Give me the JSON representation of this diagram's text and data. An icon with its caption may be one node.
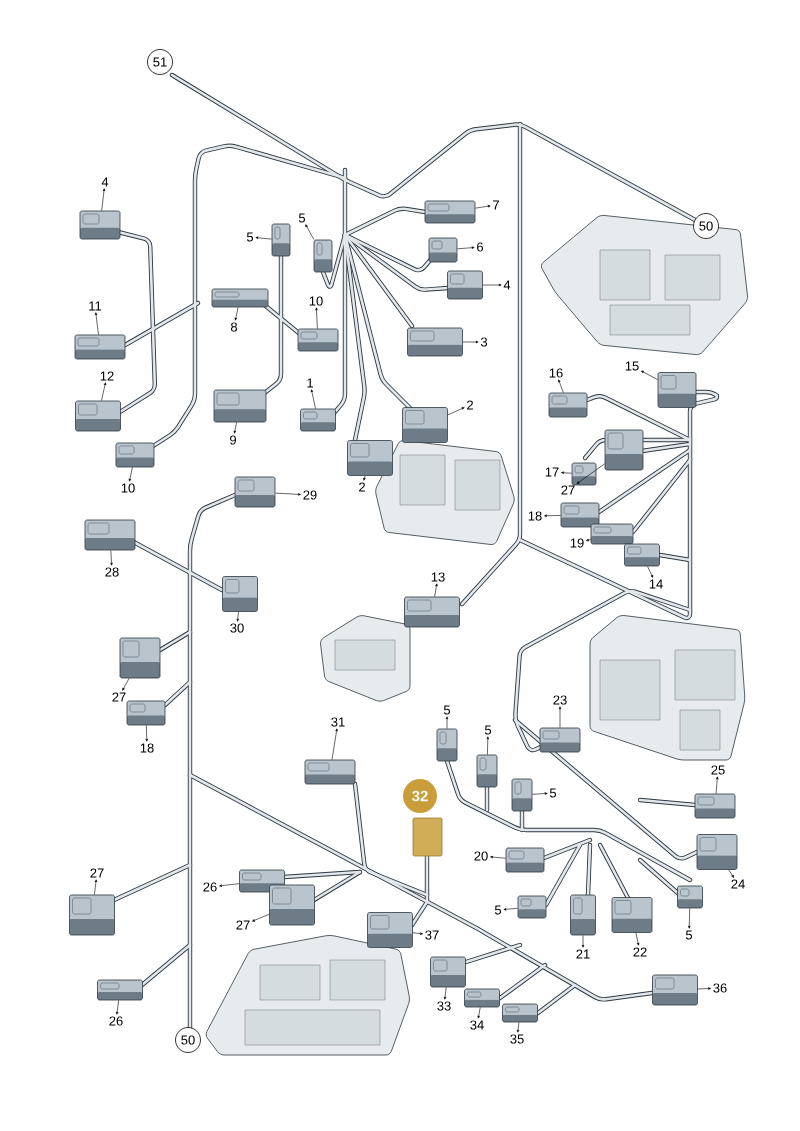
{
  "diagram": {
    "nodes": [
      {
        "text": [
          "51"
        ]
      },
      {
        "text": [
          "50"
        ]
      },
      {
        "text": [
          "50"
        ]
      },
      {
        "text": [
          "32"
        ]
      },
      {
        "text": [
          "4"
        ]
      },
      {
        "text": [],
        "shape": "picture"
      },
      {
        "text": [
          "5"
        ]
      },
      {
        "text": [],
        "shape": "picture"
      },
      {
        "text": [
          "5"
        ]
      },
      {
        "text": [],
        "shape": "picture"
      },
      {
        "text": [
          "7"
        ]
      },
      {
        "text": [],
        "shape": "picture"
      },
      {
        "text": [
          "6"
        ]
      },
      {
        "text": [],
        "shape": "picture"
      },
      {
        "text": [
          "4"
        ]
      },
      {
        "text": [],
        "shape": "picture"
      },
      {
        "text": [
          "11"
        ]
      },
      {
        "text": [],
        "shape": "picture"
      },
      {
        "text": [
          "8"
        ]
      },
      {
        "text": [],
        "shape": "picture"
      },
      {
        "text": [
          "10"
        ]
      },
      {
        "text": [],
        "shape": "picture"
      },
      {
        "text": [
          "3"
        ]
      },
      {
        "text": [],
        "shape": "picture"
      },
      {
        "text": [
          "12"
        ]
      },
      {
        "text": [],
        "shape": "picture"
      },
      {
        "text": [
          "1"
        ]
      },
      {
        "text": [],
        "shape": "picture"
      },
      {
        "text": [
          "9"
        ]
      },
      {
        "text": [],
        "shape": "picture"
      },
      {
        "text": [
          "2"
        ]
      },
      {
        "text": [],
        "shape": "picture"
      },
      {
        "text": [
          "2"
        ]
      },
      {
        "text": [],
        "shape": "picture"
      },
      {
        "text": [
          "10"
        ]
      },
      {
        "text": [],
        "shape": "picture"
      },
      {
        "text": [
          "29"
        ]
      },
      {
        "text": [],
        "shape": "picture"
      },
      {
        "text": [
          "28"
        ]
      },
      {
        "text": [],
        "shape": "picture"
      },
      {
        "text": [
          "16"
        ]
      },
      {
        "text": [],
        "shape": "picture"
      },
      {
        "text": [
          "15"
        ]
      },
      {
        "text": [],
        "shape": "picture"
      },
      {
        "text": [
          "17"
        ]
      },
      {
        "text": [],
        "shape": "picture"
      },
      {
        "text": [
          "27"
        ]
      },
      {
        "text": [],
        "shape": "picture"
      },
      {
        "text": [
          "18"
        ]
      },
      {
        "text": [],
        "shape": "picture"
      },
      {
        "text": [
          "19"
        ]
      },
      {
        "text": [],
        "shape": "picture"
      },
      {
        "text": [
          "14"
        ]
      },
      {
        "text": [],
        "shape": "picture"
      },
      {
        "text": [
          "13"
        ]
      },
      {
        "text": [],
        "shape": "picture"
      },
      {
        "text": [
          "30"
        ]
      },
      {
        "text": [],
        "shape": "picture"
      },
      {
        "text": [
          "27"
        ]
      },
      {
        "text": [],
        "shape": "picture"
      },
      {
        "text": [
          "18"
        ]
      },
      {
        "text": [],
        "shape": "picture"
      },
      {
        "text": [
          "23"
        ]
      },
      {
        "text": [],
        "shape": "picture"
      },
      {
        "text": [
          "31"
        ]
      },
      {
        "text": [],
        "shape": "picture"
      },
      {
        "text": [
          "5"
        ]
      },
      {
        "text": [],
        "shape": "picture"
      },
      {
        "text": [
          "5"
        ]
      },
      {
        "text": [],
        "shape": "picture"
      },
      {
        "text": [
          "5"
        ]
      },
      {
        "text": [],
        "shape": "picture"
      },
      {
        "text": [
          "25"
        ]
      },
      {
        "text": [],
        "shape": "picture"
      },
      {
        "text": [
          "20"
        ]
      },
      {
        "text": [],
        "shape": "picture"
      },
      {
        "text": [
          "24"
        ]
      },
      {
        "text": [],
        "shape": "picture"
      },
      {
        "text": [
          "27"
        ]
      },
      {
        "text": [],
        "shape": "picture"
      },
      {
        "text": [
          "26"
        ]
      },
      {
        "text": [],
        "shape": "picture"
      },
      {
        "text": [
          "27"
        ]
      },
      {
        "text": [],
        "shape": "picture"
      },
      {
        "text": [
          "37"
        ]
      },
      {
        "text": [],
        "shape": "picture"
      },
      {
        "text": [
          "5"
        ]
      },
      {
        "text": [],
        "shape": "picture"
      },
      {
        "text": [
          "21"
        ]
      },
      {
        "text": [],
        "shape": "picture"
      },
      {
        "text": [
          "22"
        ]
      },
      {
        "text": [],
        "shape": "picture"
      },
      {
        "text": [
          "5"
        ]
      },
      {
        "text": [],
        "shape": "picture"
      },
      {
        "text": [
          "36"
        ]
      },
      {
        "text": [],
        "shape": "picture"
      },
      {
        "text": [
          "33"
        ]
      },
      {
        "text": [],
        "shape": "picture"
      },
      {
        "text": [
          "26"
        ]
      },
      {
        "text": [],
        "shape": "picture"
      },
      {
        "text": [
          "34"
        ]
      },
      {
        "text": [],
        "shape": "picture"
      },
      {
        "text": [
          "35"
        ]
      },
      {
        "text": [],
        "shape": "picture"
      }
    ],
    "edges": [
      {
        "from": 5,
        "to": 4,
        "arrow": "to"
      },
      {
        "from": 7,
        "to": 6,
        "arrow": "to"
      },
      {
        "from": 9,
        "to": 8,
        "arrow": "to"
      },
      {
        "from": 11,
        "to": 10,
        "arrow": "to"
      },
      {
        "from": 13,
        "to": 12,
        "arrow": "to"
      },
      {
        "from": 15,
        "to": 14,
        "arrow": "to"
      },
      {
        "from": 17,
        "to": 16,
        "arrow": "to"
      },
      {
        "from": 19,
        "to": 18,
        "arrow": "to"
      },
      {
        "from": 21,
        "to": 20,
        "arrow": "to"
      },
      {
        "from": 23,
        "to": 22,
        "arrow": "to"
      },
      {
        "from": 25,
        "to": 24,
        "arrow": "to"
      },
      {
        "from": 27,
        "to": 26,
        "arrow": "to"
      },
      {
        "from": 29,
        "to": 28,
        "arrow": "to"
      },
      {
        "from": 31,
        "to": 30,
        "arrow": "to"
      },
      {
        "from": 33,
        "to": 32,
        "arrow": "to"
      },
      {
        "from": 35,
        "to": 34,
        "arrow": "to"
      },
      {
        "from": 37,
        "to": 36,
        "arrow": "to"
      },
      {
        "from": 39,
        "to": 38,
        "arrow": "to"
      },
      {
        "from": 41,
        "to": 40,
        "arrow": "to"
      },
      {
        "from": 43,
        "to": 42,
        "arrow": "to"
      },
      {
        "from": 45,
        "to": 44,
        "arrow": "to"
      },
      {
        "from": 47,
        "to": 46,
        "arrow": "to"
      },
      {
        "from": 49,
        "to": 48,
        "arrow": "to"
      },
      {
        "from": 51,
        "to": 50,
        "arrow": "to"
      },
      {
        "from": 53,
        "to": 52,
        "arrow": "to"
      },
      {
        "from": 55,
        "to": 54,
        "arrow": "to"
      },
      {
        "from": 57,
        "to": 56,
        "arrow": "to"
      },
      {
        "from": 59,
        "to": 58,
        "arrow": "to"
      },
      {
        "from": 61,
        "to": 60,
        "arrow": "to"
      },
      {
        "from": 63,
        "to": 62,
        "arrow": "to"
      },
      {
        "from": 65,
        "to": 64,
        "arrow": "to"
      },
      {
        "from": 67,
        "to": 66,
        "arrow": "to"
      },
      {
        "from": 69,
        "to": 68,
        "arrow": "to"
      },
      {
        "from": 71,
        "to": 70,
        "arrow": "to"
      },
      {
        "from": 73,
        "to": 72,
        "arrow": "to"
      },
      {
        "from": 75,
        "to": 74,
        "arrow": "to"
      },
      {
        "from": 77,
        "to": 76,
        "arrow": "to"
      },
      {
        "from": 79,
        "to": 78,
        "arrow": "to"
      },
      {
        "from": 81,
        "to": 80,
        "arrow": "to"
      },
      {
        "from": 83,
        "to": 82,
        "arrow": "to"
      },
      {
        "from": 85,
        "to": 84,
        "arrow": "to"
      },
      {
        "from": 87,
        "to": 86,
        "arrow": "to"
      },
      {
        "from": 89,
        "to": 88,
        "arrow": "to"
      },
      {
        "from": 91,
        "to": 90,
        "arrow": "to"
      },
      {
        "from": 93,
        "to": 92,
        "arrow": "to"
      },
      {
        "from": 95,
        "to": 94,
        "arrow": "to"
      },
      {
        "from": 97,
        "to": 96,
        "arrow": "to"
      },
      {
        "from": 99,
        "to": 98,
        "arrow": "to"
      },
      {
        "from": 101,
        "to": 100,
        "arrow": "to"
      },
      {
        "from": 103,
        "to": 102,
        "arrow": "to"
      }
    ]
  }
}
